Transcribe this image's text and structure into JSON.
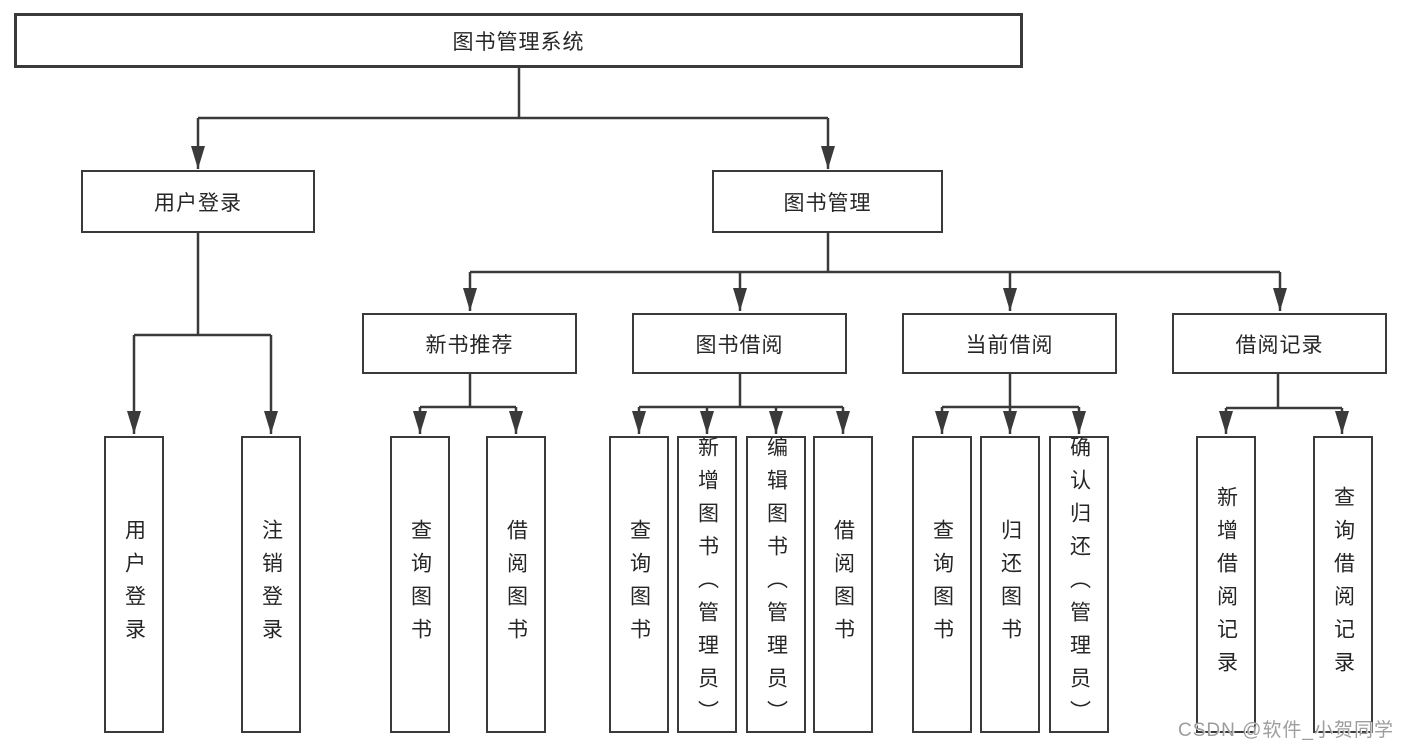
{
  "tree": {
    "root": {
      "label": "图书管理系统"
    },
    "level2": [
      {
        "id": "user-login",
        "label": "用户登录"
      },
      {
        "id": "book-management",
        "label": "图书管理"
      }
    ],
    "level3": [
      {
        "id": "new-book-recommend",
        "label": "新书推荐"
      },
      {
        "id": "book-borrow",
        "label": "图书借阅"
      },
      {
        "id": "current-borrow",
        "label": "当前借阅"
      },
      {
        "id": "borrow-records",
        "label": "借阅记录"
      }
    ],
    "leaves": {
      "user_login": [
        "用户登录",
        "注销登录"
      ],
      "new_book_recommend": [
        "查询图书",
        "借阅图书"
      ],
      "book_borrow": [
        "查询图书",
        "新增图书（管理员）",
        "编辑图书（管理员）",
        "借阅图书"
      ],
      "current_borrow": [
        "查询图书",
        "归还图书",
        "确认归还（管理员）"
      ],
      "borrow_records": [
        "新增借阅记录",
        "查询借阅记录"
      ]
    }
  },
  "watermark": {
    "text": "CSDN @软件_小贺同学"
  },
  "colors": {
    "line": "#3a3a3a",
    "box_border": "#3a3a3a",
    "box_fill": "#ffffff",
    "text": "#262626",
    "watermark": "#9d9d9d",
    "background": "#ffffff"
  }
}
